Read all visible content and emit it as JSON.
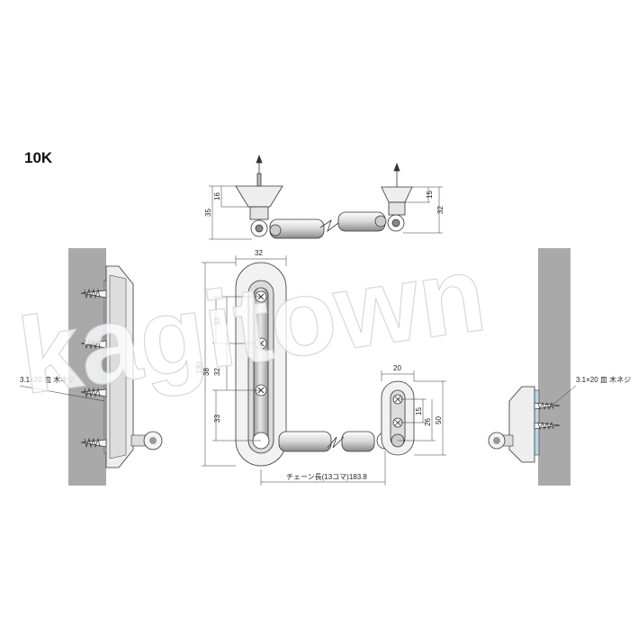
{
  "model": "10K",
  "watermark": "kagitown",
  "dimensions": {
    "top_left_16": "16",
    "top_left_35": "35",
    "top_right_15": "15",
    "top_right_32": "32",
    "plate_width_32": "32",
    "spacing_33a": "33",
    "total_130": "130",
    "spacing_38": "38",
    "spacing_32": "32",
    "spacing_33b": "33",
    "small_plate_20": "20",
    "small_15": "15",
    "small_26": "26",
    "small_50": "50"
  },
  "chain_length_label": "チェーン長(13コマ)183.8",
  "screw_note_left": "3.1×20 皿 木ネジ",
  "screw_note_right": "3.1×20 皿 木ネジ",
  "colors": {
    "wall": "#a9a9a9",
    "line": "#333333",
    "plate_fill": "#eeeeee",
    "shadow": "#dcdcdc",
    "glass": "#bcd6e8"
  }
}
